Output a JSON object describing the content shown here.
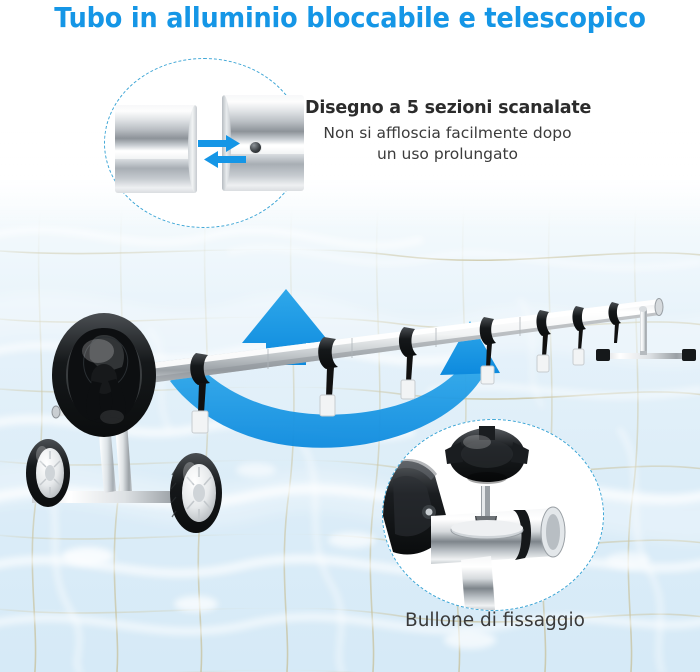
{
  "page": {
    "title": "Tubo in alluminio bloccabile e telescopico",
    "title_color": "#1596E6",
    "background": "pool-water",
    "background_color": "#DCEDF8"
  },
  "insets": {
    "top": {
      "name": "tube-sections-inset",
      "shape": "dashed-circle",
      "border_color": "#3EA6D6",
      "fill_color": "#FFFFFF",
      "subject": "two aluminium tube segments joining",
      "arrows": {
        "count": 2,
        "direction": "facing-inward",
        "color": "#1596E6"
      }
    },
    "bottom": {
      "name": "locking-bolt-inset",
      "shape": "dashed-circle",
      "border_color": "#3EA6D6",
      "fill_color": "#FFFFFF",
      "subject": "black knob locking bolt on chrome tube joint",
      "caption": "Bullone di fissaggio"
    }
  },
  "callouts": {
    "design": {
      "heading": "Disegno a 5 sezioni scanalate",
      "body_line1": "Non si affloscia facilmente dopo",
      "body_line2": "un uso prolungato"
    }
  },
  "product": {
    "name": "telescopic pool cover reel",
    "parts": {
      "handwheel": "black crank hand-wheel",
      "frame": "aluminium A-frame",
      "wheels": "two white-hub wheels with black tyres",
      "tube": "telescopic aluminium tube",
      "straps": "black cover straps with clips",
      "strap_count": 7,
      "end_support": "T-shaped end leg with black feet"
    },
    "arrows": {
      "up": {
        "label": "lift",
        "color": "#1596E6"
      },
      "rotate": {
        "label": "rotation",
        "color": "#1596E6"
      }
    }
  }
}
